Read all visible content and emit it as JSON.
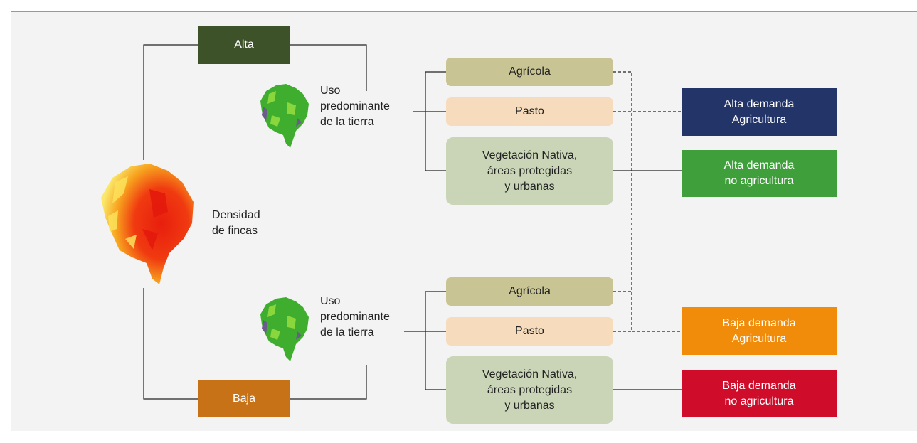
{
  "density": {
    "high": "Alta",
    "low": "Baja",
    "label": "Densidad\nde fincas"
  },
  "top_group": {
    "land_use_label": "Uso\npredominante\nde la tierra",
    "categories": [
      "Agrícola",
      "Pasto",
      "Vegetación Nativa,\náreas protegidas\ny urbanas"
    ]
  },
  "bottom_group": {
    "land_use_label": "Uso\npredominante\nde la tierra",
    "categories": [
      "Agrícola",
      "Pasto",
      "Vegetación Nativa,\náreas protegidas\ny urbanas"
    ]
  },
  "outcomes": {
    "high_ag": "Alta demanda\nAgricultura",
    "high_non_ag": "Alta demanda\nno agricultura",
    "low_ag": "Baja demanda\nAgricultura",
    "low_non_ag": "Baja demanda\nno agricultura"
  },
  "colors": {
    "accent_line": "#ef7f3d",
    "panel": "#f3f3f3",
    "alta": "#3e5229",
    "baja": "#c87218",
    "agricola": "#c9c494",
    "pasto": "#f6dcbd",
    "vegetacion": "#c9d5b6",
    "high_ag": "#223468",
    "high_non_ag": "#3f9f3b",
    "low_ag": "#f08c0a",
    "low_non_ag": "#cf0c2a"
  }
}
